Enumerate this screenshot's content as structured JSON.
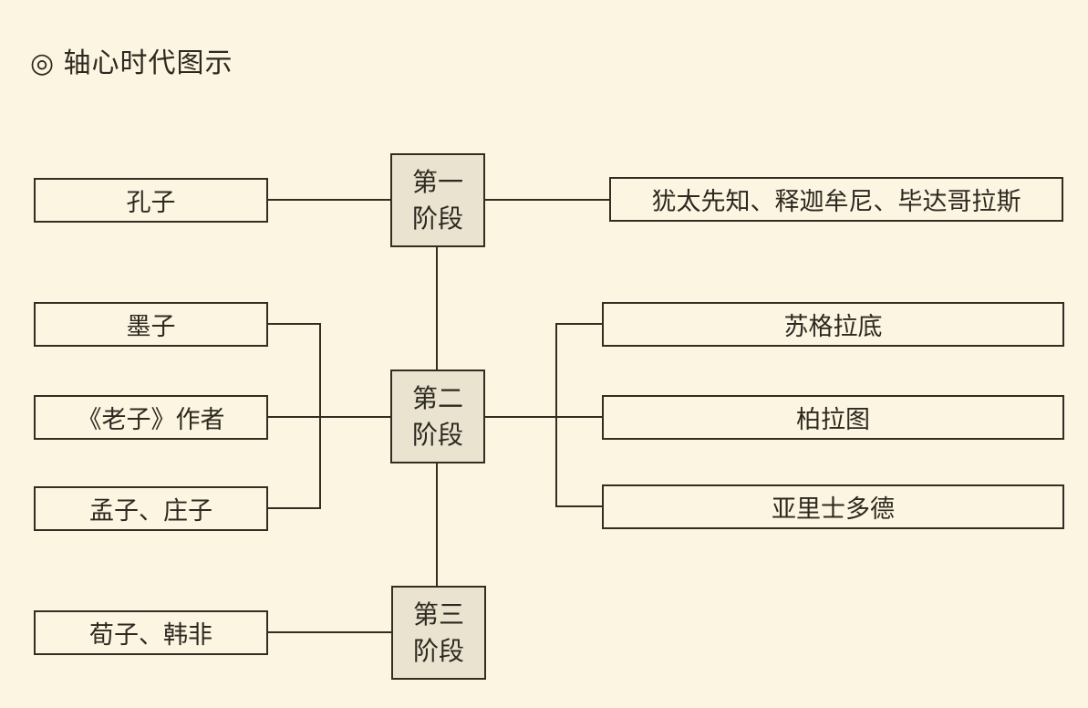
{
  "colors": {
    "page-bg": "#fcf5e2",
    "box-bg": "#fcf5e2",
    "stage-bg": "#e9e3d0",
    "line": "#332d22",
    "text": "#2e2920"
  },
  "header": {
    "title": "◎ 轴心时代图示"
  },
  "diagram": {
    "stages": [
      {
        "line1": "第一",
        "line2": "阶段"
      },
      {
        "line1": "第二",
        "line2": "阶段"
      },
      {
        "line1": "第三",
        "line2": "阶段"
      }
    ],
    "china": [
      {
        "label": "孔子"
      },
      {
        "label": "墨子"
      },
      {
        "label": "《老子》作者"
      },
      {
        "label": "孟子、庄子"
      },
      {
        "label": "荀子、韩非"
      }
    ],
    "west": [
      {
        "label": "犹太先知、释迦牟尼、毕达哥拉斯"
      },
      {
        "label": "苏格拉底"
      },
      {
        "label": "柏拉图"
      },
      {
        "label": "亚里士多德"
      }
    ]
  }
}
